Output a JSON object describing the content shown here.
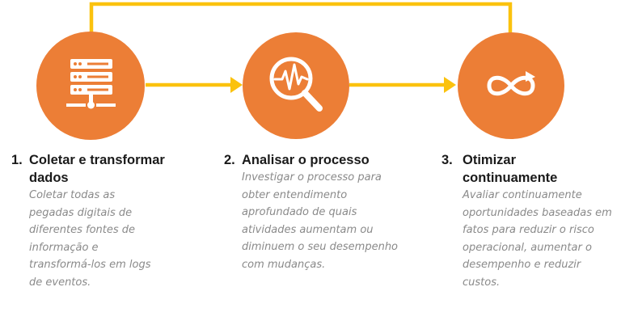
{
  "colors": {
    "circle": "#ec7e36",
    "arrow": "#fbc20e",
    "icon": "#ffffff"
  },
  "steps": [
    {
      "number": "1.",
      "title": "Coletar e transformar dados",
      "icon": "server-icon",
      "description": "Coletar todas as pegadas digitais de diferentes fontes de informação e transformá-los em logs de eventos."
    },
    {
      "number": "2.",
      "title": "Analisar o processo",
      "icon": "magnifier-pulse-icon",
      "description": "Investigar o processo para obter entendimento aprofundado de quais atividades aumentam ou diminuem o seu desempenho com mudanças."
    },
    {
      "number": "3.",
      "title": "Otimizar continuamente",
      "icon": "infinity-icon",
      "description": "Avaliar continuamente oportunidades baseadas em fatos para reduzir o risco operacional, aumentar o desempenho e reduzir custos."
    }
  ]
}
